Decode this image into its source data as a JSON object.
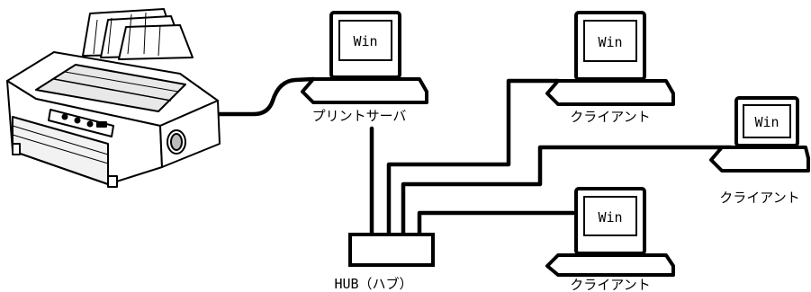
{
  "diagram": {
    "printer": {
      "icon": "dot-matrix-printer-icon"
    },
    "print_server": {
      "screen_text": "Win",
      "label": "プリントサーバ"
    },
    "hub": {
      "label": "HUB（ハブ）"
    },
    "clients": [
      {
        "screen_text": "Win",
        "label": "クライアント"
      },
      {
        "screen_text": "Win",
        "label": "クライアント"
      },
      {
        "screen_text": "Win",
        "label": "クライアント"
      }
    ],
    "colors": {
      "line": "#000000",
      "background": "#ffffff"
    }
  }
}
